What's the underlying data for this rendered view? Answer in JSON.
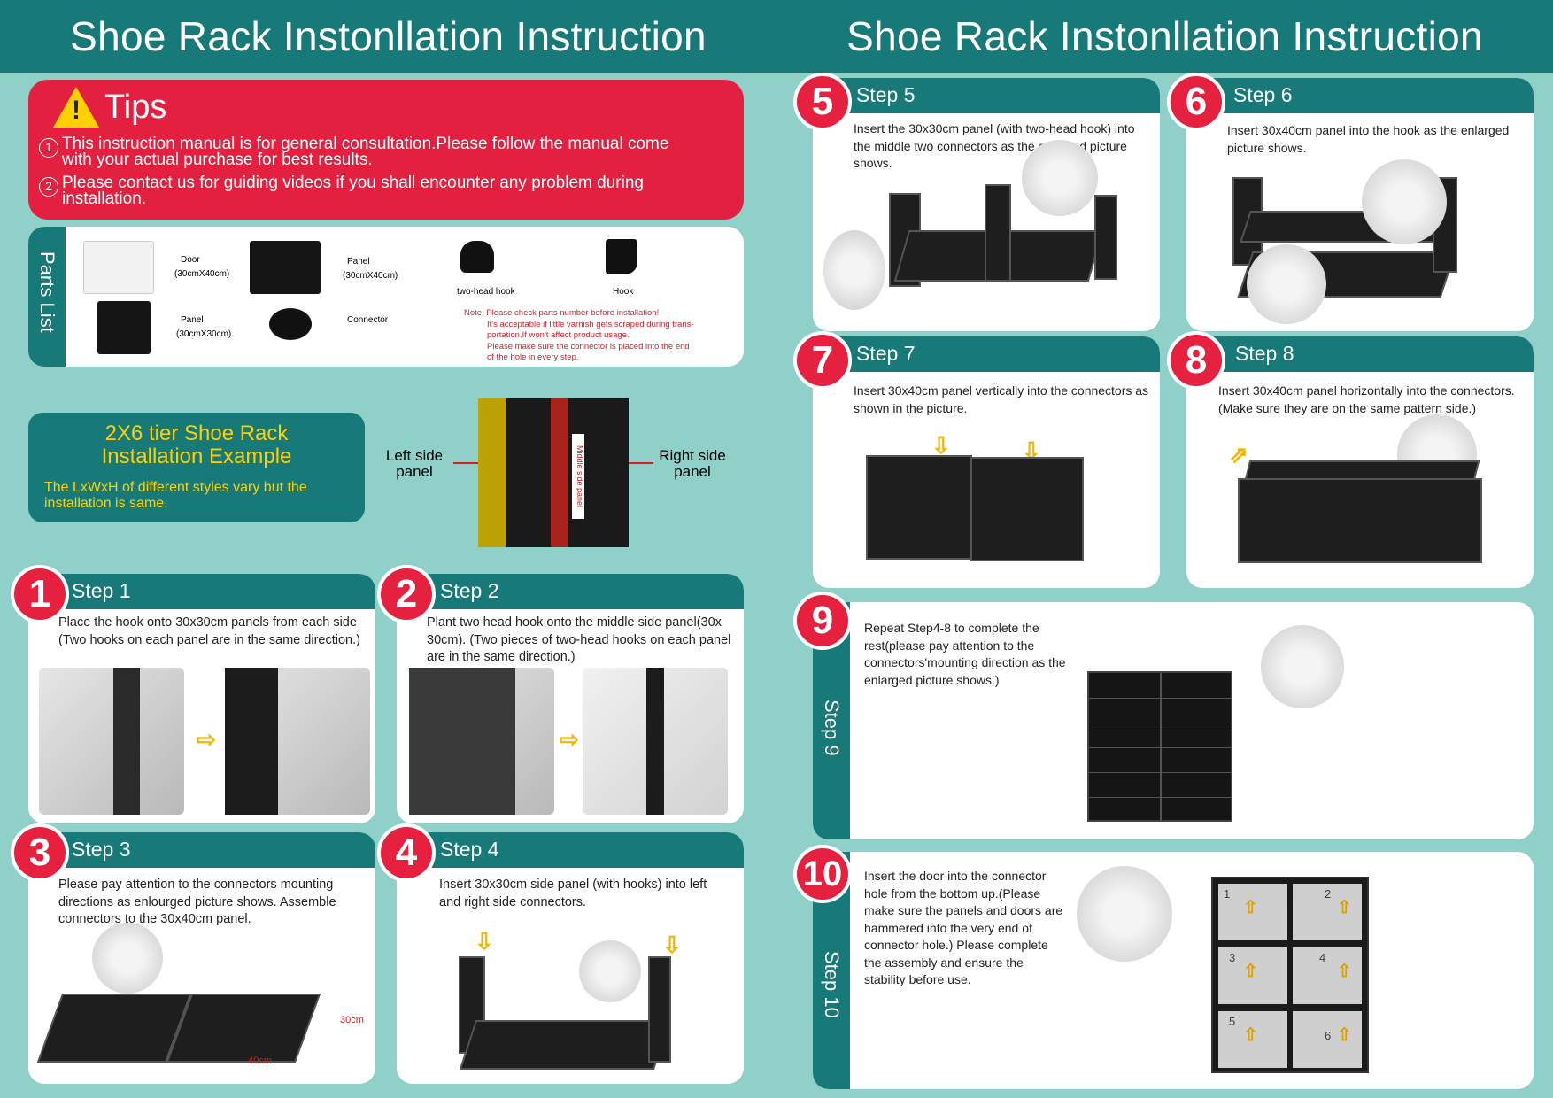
{
  "header": {
    "left_title": "Shoe Rack Instonllation Instruction",
    "right_title": "Shoe Rack Instonllation Instruction"
  },
  "tips": {
    "title": "Tips",
    "items": [
      {
        "num": "1",
        "text": "This instruction manual is for general consultation.Please follow the manual come with your actual purchase for best results."
      },
      {
        "num": "2",
        "text": "Please contact us for guiding videos if you shall encounter any problem during installation."
      }
    ]
  },
  "parts": {
    "label": "Parts List",
    "door": {
      "name": "Door",
      "size": "(30cmX40cm)"
    },
    "panel_40": {
      "name": "Panel",
      "size": "(30cmX40cm)"
    },
    "twohead": {
      "name": "two-head hook"
    },
    "hook": {
      "name": "Hook"
    },
    "panel_30": {
      "name": "Panel",
      "size": "(30cmX30cm)"
    },
    "connector": {
      "name": "Connector"
    },
    "note": [
      "Note: Please check parts number before installation!",
      "It's acceptable if little varnish gets scraped during trans-",
      "portation.If won't affect product usage.",
      "Please make sure the connector is placed into the end",
      "of the hole in every step."
    ]
  },
  "example": {
    "title_line1": "2X6 tier Shoe Rack",
    "title_line2": "Installation Example",
    "sub": "The LxWxH of different styles vary but the installation is same.",
    "left_label": "Left side panel",
    "right_label": "Right side panel",
    "middle_label": "Middle side panel"
  },
  "steps": {
    "s1": {
      "num": "1",
      "title": "Step 1",
      "text": "Place the hook onto 30x30cm panels from each side (Two hooks on each panel are in the same direction.)"
    },
    "s2": {
      "num": "2",
      "title": "Step 2",
      "text": "Plant two head hook onto the middle side panel(30x 30cm). (Two pieces of two-head hooks on each panel are in the same direction.)"
    },
    "s3": {
      "num": "3",
      "title": "Step 3",
      "text": "Please pay attention to the connectors mounting directions as enlourged picture shows. Assemble connectors to the 30x40cm panel.",
      "dim_w": "40cm",
      "dim_h": "30cm"
    },
    "s4": {
      "num": "4",
      "title": "Step 4",
      "text": "Insert 30x30cm side panel (with hooks) into left and right side connectors."
    },
    "s5": {
      "num": "5",
      "title": "Step 5",
      "text": "Insert the 30x30cm panel (with two-head hook) into the middle two connectors as the enlarged picture shows."
    },
    "s6": {
      "num": "6",
      "title": "Step 6",
      "text": "Insert 30x40cm panel into the hook as the enlarged picture shows."
    },
    "s7": {
      "num": "7",
      "title": "Step 7",
      "text": "Insert 30x40cm panel vertically into the connectors as shown in the picture."
    },
    "s8": {
      "num": "8",
      "title": "Step 8",
      "text": "Insert 30x40cm panel horizontally into the connectors. (Make sure they are on the same pattern side.)"
    },
    "s9": {
      "num": "9",
      "title": "Step 9",
      "text": "Repeat Step4-8 to complete the rest(please pay attention to the connectors'mounting direction as the enlarged picture shows.)"
    },
    "s10": {
      "num": "10",
      "title": "Step 10",
      "text": "Insert the door into the connector hole from the bottom up.(Please make sure the panels and doors are hammered into the very end of connector hole.) Please complete the assembly and ensure the stability before use.",
      "doors": [
        "1",
        "2",
        "3",
        "4",
        "5",
        "6"
      ]
    }
  },
  "colors": {
    "teal": "#177a78",
    "red": "#e5213f",
    "bg": "#8fd0c8",
    "arrow": "#f4b400"
  }
}
